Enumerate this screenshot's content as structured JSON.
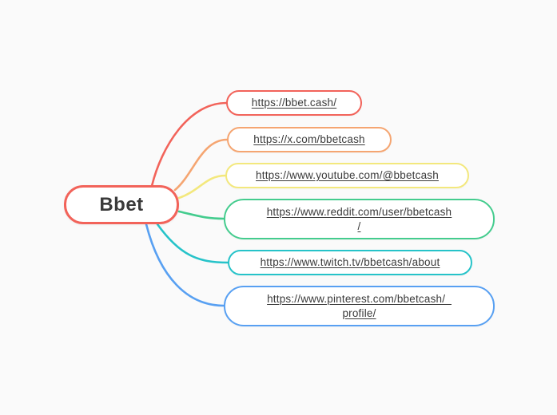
{
  "canvas": {
    "background": "#fafafa",
    "text_color": "#3a3a3a"
  },
  "mindmap": {
    "root": {
      "label": "Bbet",
      "border_color": "#f2635a"
    },
    "branches": [
      {
        "label": "https://bbet.cash/",
        "color": "#f2635a"
      },
      {
        "label": "https://x.com/bbetcash",
        "color": "#f5a571"
      },
      {
        "label": "https://www.youtube.com/@bbetcash",
        "color": "#f3e87d"
      },
      {
        "label": "https://www.reddit.com/user/bbetcash\n/",
        "color": "#44cc8e"
      },
      {
        "label": "https://www.twitch.tv/bbetcash/about",
        "color": "#26c3c9"
      },
      {
        "label": "https://www.pinterest.com/bbetcash/_\nprofile/",
        "color": "#58a0f2"
      }
    ]
  }
}
